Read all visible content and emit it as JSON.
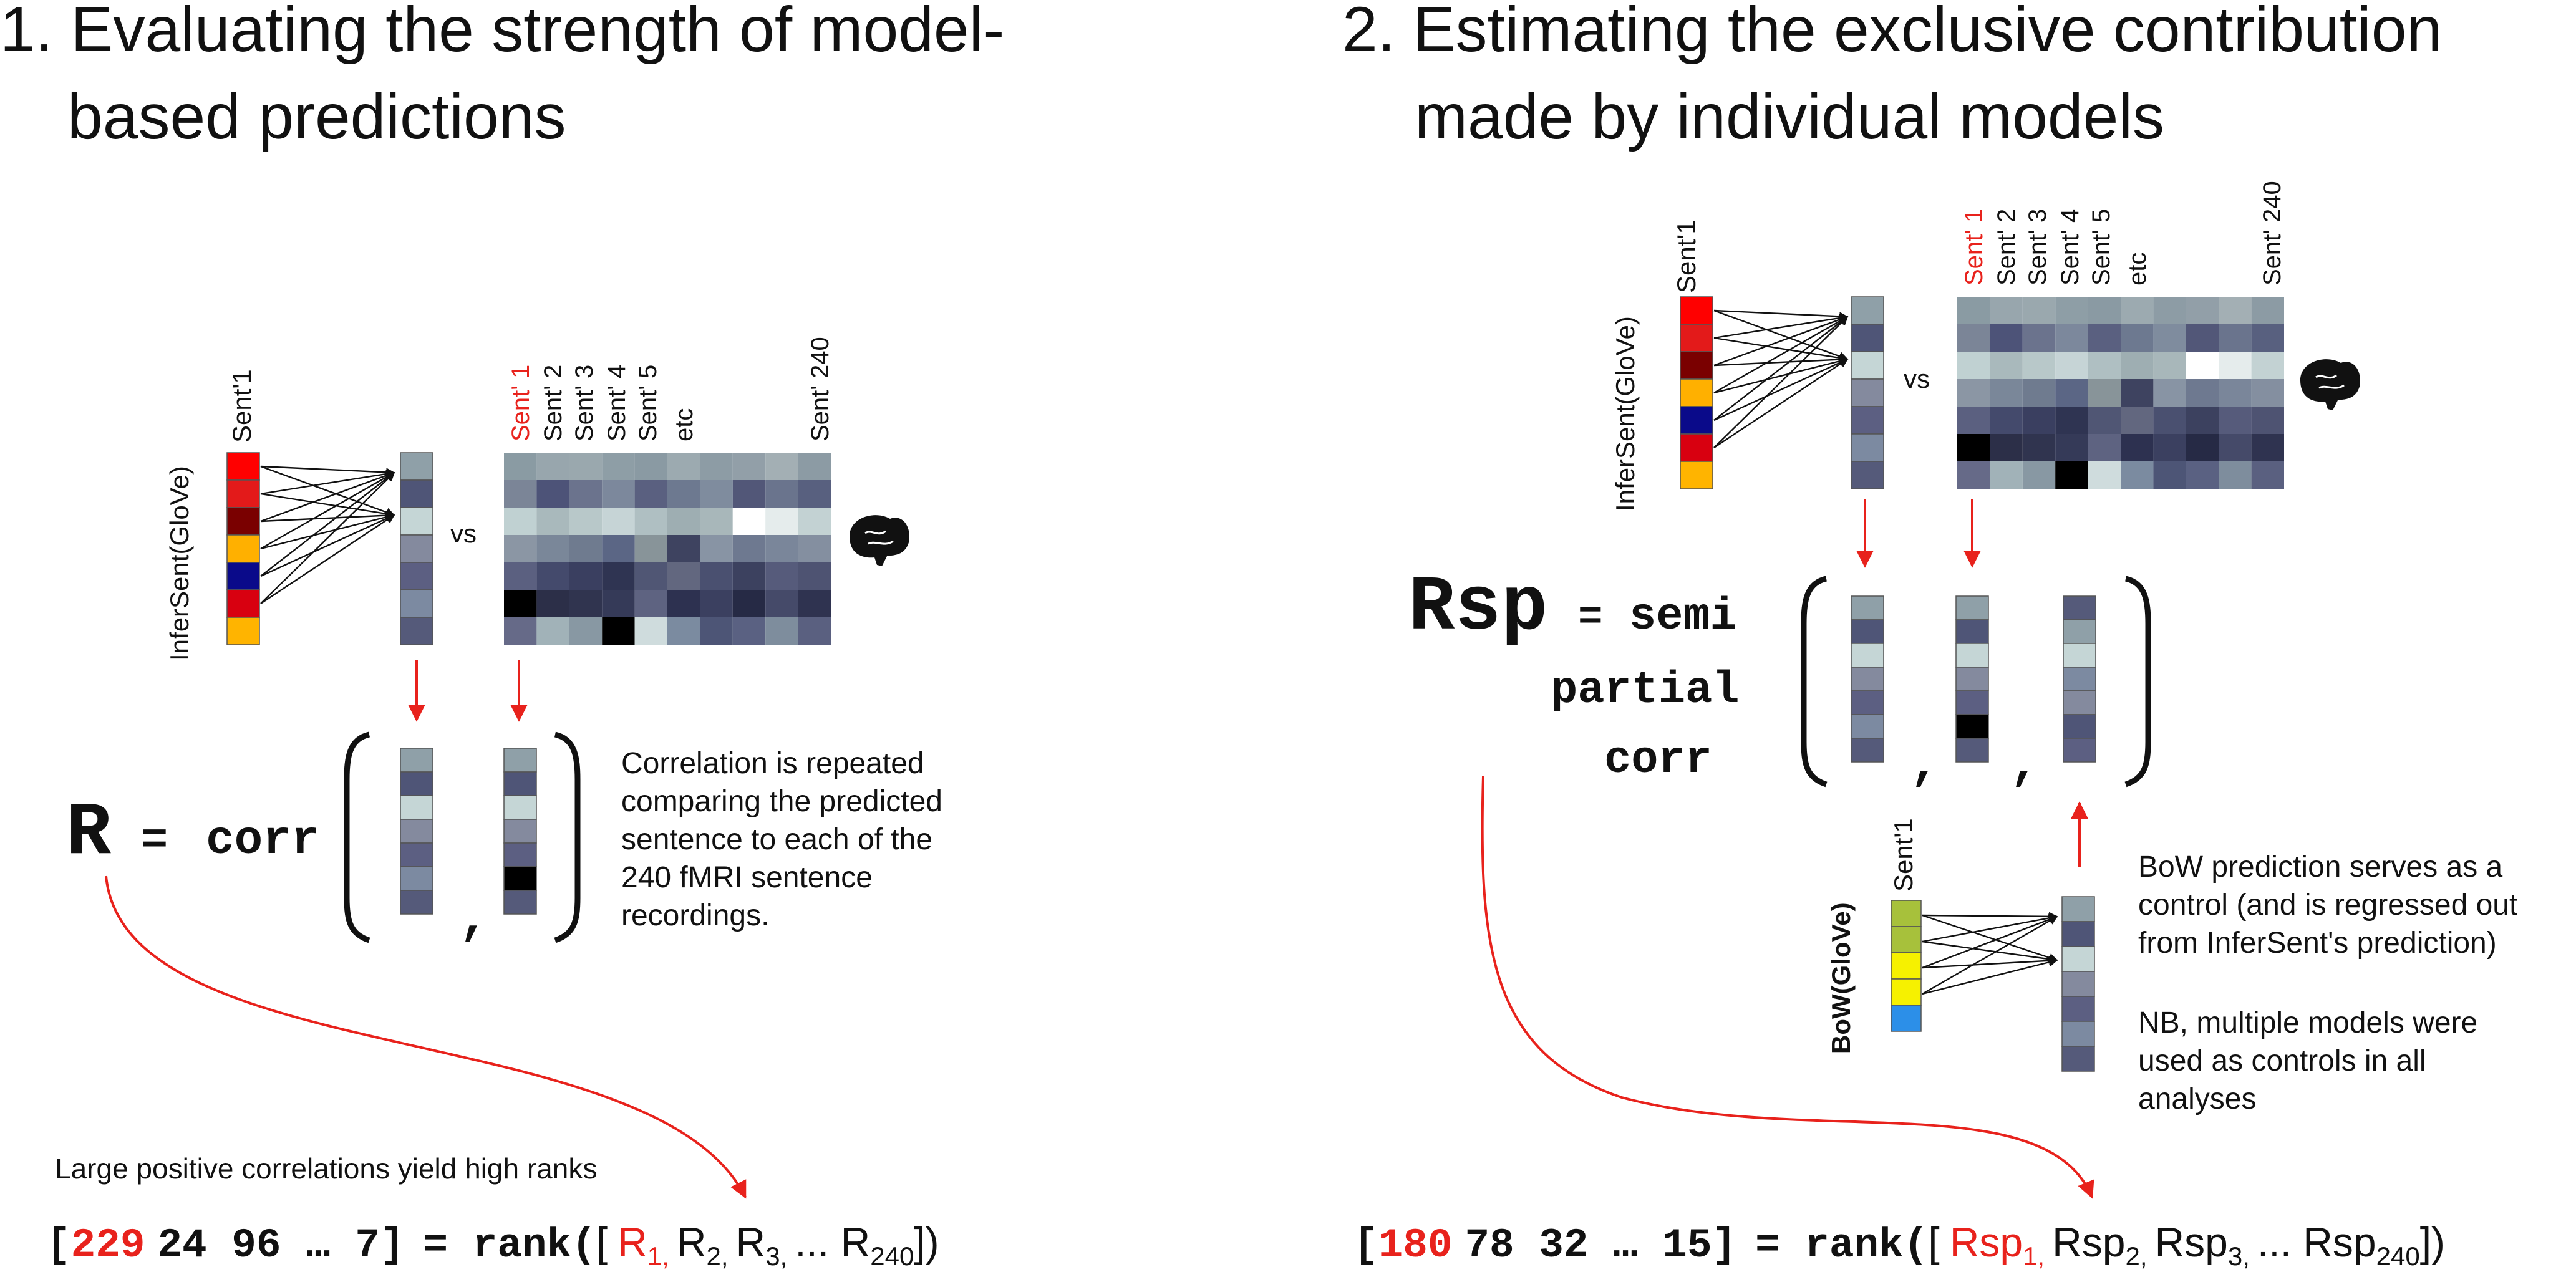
{
  "colors": {
    "red": "#e8221c",
    "blue_label": "#6b7fd6",
    "teal_label": "#1f5a82",
    "arrow": "#e8221c",
    "curve": "#e8221c"
  },
  "left": {
    "title_line1": "1. Evaluating the strength of model-",
    "title_line2": "based predictions",
    "model_label": "InferSent(GloVe)",
    "sent_label": "Sent'1",
    "vs": "vs",
    "col_labels": [
      "Sent' 1",
      "Sent' 2",
      "Sent' 3",
      "Sent' 4",
      "Sent' 5",
      "etc",
      "Sent' 240"
    ],
    "R": "R",
    "eq": "=",
    "corr": "corr",
    "comma": ",",
    "note": [
      "Correlation is repeated",
      "comparing the predicted",
      "sentence to each of the",
      "240 fMRI sentence",
      "recordings."
    ],
    "caption": "Large positive correlations yield high ranks",
    "rank_open": "[",
    "rank_first": "229",
    "rank_rest": "24 96 … 7]",
    "rank_fn": "= rank(",
    "list_open": "[",
    "list_first": "R",
    "list_first_sub": "1,",
    "list_2": "R",
    "list_2_sub": "2,",
    "list_3": "R",
    "list_3_sub": "3,",
    "list_dots": "... R",
    "list_last_sub": "240",
    "list_close": "])"
  },
  "right": {
    "title_line1": "2. Estimating the exclusive contribution",
    "title_line2": "made by individual models",
    "model_label": "InferSent(GloVe)",
    "sent_label": "Sent'1",
    "vs": "vs",
    "col_labels": [
      "Sent' 1",
      "Sent' 2",
      "Sent' 3",
      "Sent' 4",
      "Sent' 5",
      "etc",
      "Sent' 240"
    ],
    "Rsp": "Rsp",
    "eq": "=",
    "semi": "semi",
    "partial": "partial",
    "corr": "corr",
    "comma": ",",
    "bow_label": "BoW(GloVe)",
    "bow_sent": "Sent'1",
    "note1": [
      "BoW prediction serves as a",
      "control (and is regressed out",
      "from InferSent's prediction)"
    ],
    "note2": [
      "NB, multiple models were",
      "used as controls in all",
      "analyses"
    ],
    "rank_open": "[",
    "rank_first": "180",
    "rank_rest": "78 32 … 15]",
    "rank_fn": "= rank(",
    "list_open": "[",
    "list_first": "Rsp",
    "list_first_sub": "1,",
    "list_2": "Rsp",
    "list_2_sub": "2,",
    "list_3": "Rsp",
    "list_3_sub": "3,",
    "list_dots": "... Rsp",
    "list_last_sub": "240",
    "list_close": "])"
  }
}
